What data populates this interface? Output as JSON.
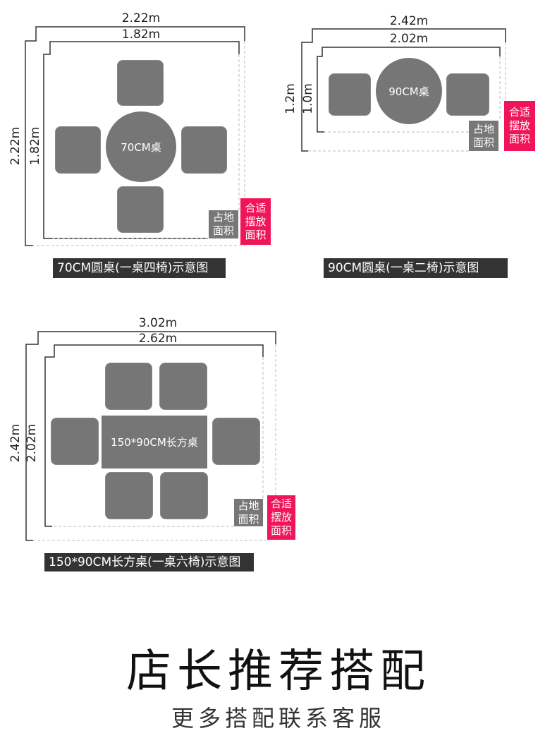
{
  "colors": {
    "furniture": "#767676",
    "accent": "#f0155a",
    "caption_bg": "#333333"
  },
  "labels": {
    "footprint": [
      "占地",
      "面积"
    ],
    "suitable": [
      "合适",
      "摆放",
      "面积"
    ]
  },
  "diagrams": [
    {
      "outer_w": "2.22m",
      "inner_w": "1.82m",
      "outer_h": "2.22m",
      "inner_h": "1.82m",
      "table": "70CM桌",
      "caption": "70CM圆桌(一桌四椅)示意图"
    },
    {
      "outer_w": "2.42m",
      "inner_w": "2.02m",
      "outer_h": "1.2m",
      "inner_h": "1.0m",
      "table": "90CM桌",
      "caption": "90CM圆桌(一桌二椅)示意图"
    },
    {
      "outer_w": "3.02m",
      "inner_w": "2.62m",
      "outer_h": "2.42m",
      "inner_h": "2.02m",
      "table": "150*90CM长方桌",
      "caption": "150*90CM长方桌(一桌六椅)示意图"
    }
  ],
  "footer": {
    "title": "店长推荐搭配",
    "subtitle": "更多搭配联系客服"
  }
}
